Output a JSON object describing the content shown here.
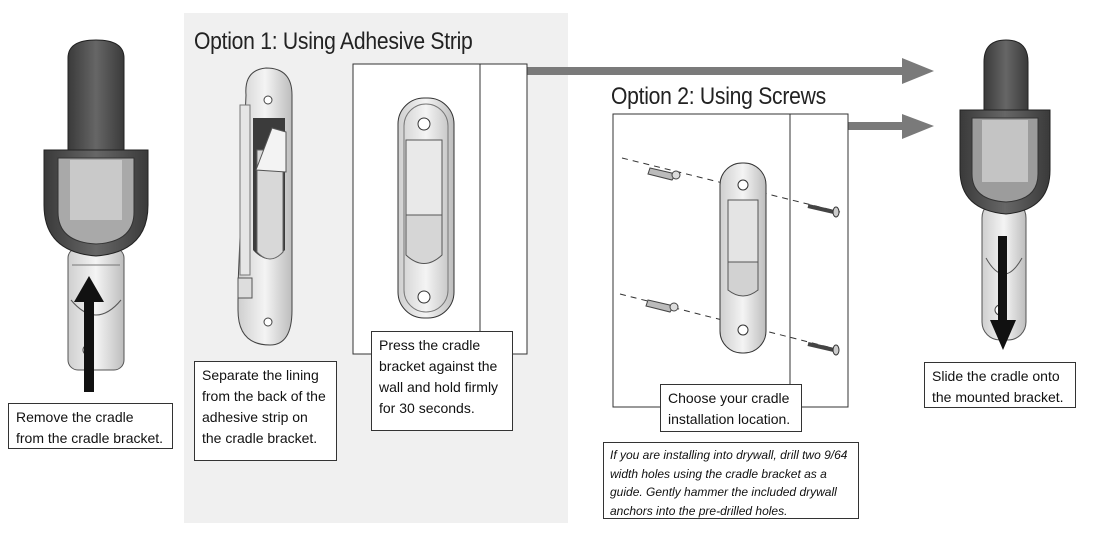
{
  "option1": {
    "title": "Option 1: Using Adhesive Strip",
    "step_peel": "Separate the lining from the back of the adhesive strip on the cradle bracket.",
    "step_press": "Press the cradle bracket against the wall and hold firmly for 30 seconds."
  },
  "option2": {
    "title": "Option 2: Using Screws",
    "step_choose": "Choose your cradle installation location.",
    "drywall_note": "If you are installing into drywall, drill two 9/64 width holes using the cradle bracket as a guide. Gently hammer the included drywall anchors into the pre-drilled holes."
  },
  "step_remove": "Remove the cradle from the cradle bracket.",
  "step_slide": "Slide the cradle onto the mounted bracket."
}
